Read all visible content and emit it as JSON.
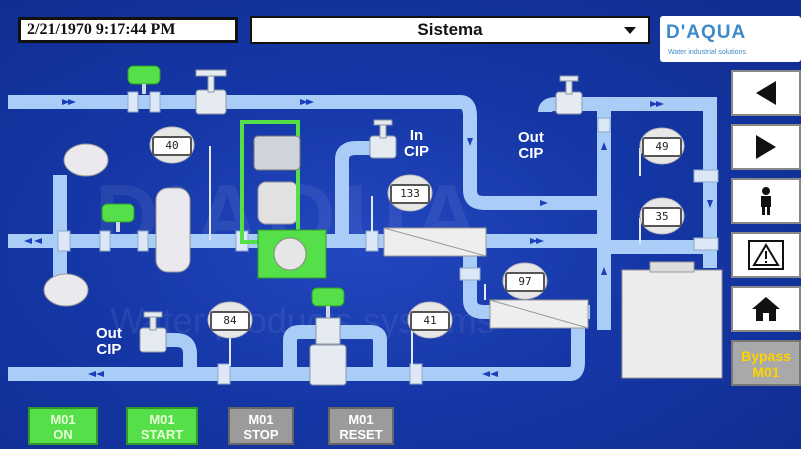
{
  "header": {
    "datetime": "2/21/1970 9:17:44 PM",
    "system_selected": "Sistema",
    "logo_name": "D'AQUA",
    "logo_tagline": "Water industrial solutions"
  },
  "watermark": {
    "logo": "D'AQUA",
    "tagline": "Water products systems"
  },
  "gauges": [
    {
      "id": "g1",
      "value": "40"
    },
    {
      "id": "g2",
      "value": "133"
    },
    {
      "id": "g3",
      "value": "97"
    },
    {
      "id": "g4",
      "value": "84"
    },
    {
      "id": "g5",
      "value": "41"
    },
    {
      "id": "g6",
      "value": "49"
    },
    {
      "id": "g7",
      "value": "35"
    }
  ],
  "labels": {
    "in_cip": "In\nCIP",
    "out_cip_top": "Out\nCIP",
    "out_cip_bottom": "Out\nCIP"
  },
  "nav": {
    "back_icon": "triangle-left-icon",
    "forward_icon": "triangle-right-icon",
    "user_icon": "person-icon",
    "alarm_icon": "warning-icon",
    "home_icon": "home-icon"
  },
  "bypass_button": "Bypass\nM01",
  "controls": [
    {
      "id": "on",
      "label": "M01\nON",
      "state": "active"
    },
    {
      "id": "start",
      "label": "M01\nSTART",
      "state": "active"
    },
    {
      "id": "stop",
      "label": "M01\nSTOP",
      "state": "inactive"
    },
    {
      "id": "reset",
      "label": "M01\nRESET",
      "state": "inactive"
    }
  ],
  "colors": {
    "pipe": "#a9cdf6",
    "active": "#55e04a",
    "background": "#1537a6",
    "bypass_text": "#ffd200"
  }
}
